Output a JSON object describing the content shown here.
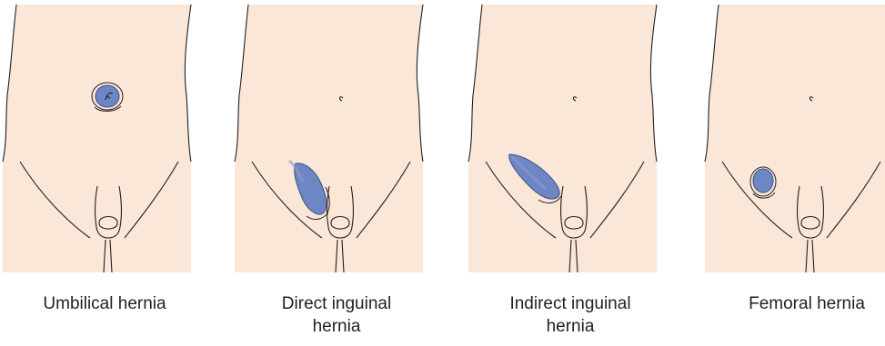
{
  "figure": {
    "panels": [
      {
        "id": "umbilical",
        "caption_line1": "Umbilical hernia",
        "caption_line2": ""
      },
      {
        "id": "direct",
        "caption_line1": "Direct inguinal",
        "caption_line2": "hernia"
      },
      {
        "id": "indirect",
        "caption_line1": "Indirect inguinal",
        "caption_line2": "hernia"
      },
      {
        "id": "femoral",
        "caption_line1": "Femoral hernia",
        "caption_line2": ""
      }
    ]
  },
  "colors": {
    "skin": "#fbe7d8",
    "outline": "#231f20",
    "hernia_fill": "#6f86c4",
    "hernia_edge": "#3d4f86"
  }
}
